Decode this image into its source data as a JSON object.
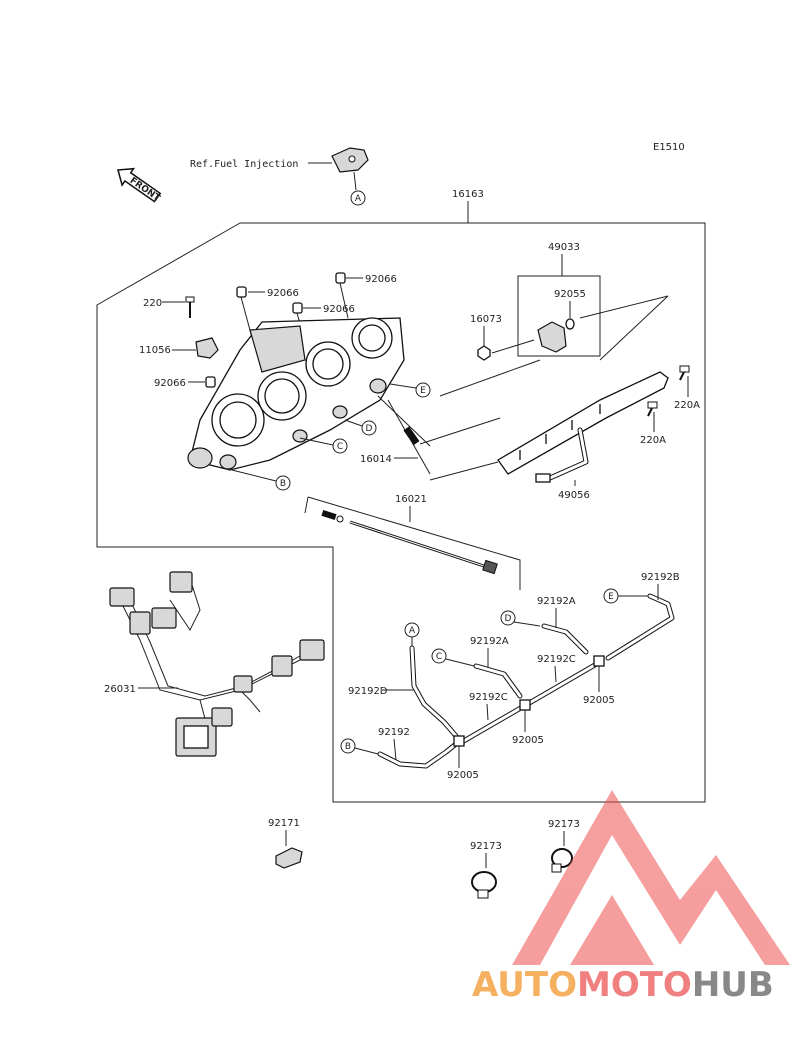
{
  "diagram_code": "E1510",
  "front_label": "FRONT",
  "ref_label": "Ref.Fuel Injection",
  "watermark": {
    "part1": "AUTO",
    "part2": "MOTO",
    "part3": "HUB",
    "color1": "#f5b060",
    "color2": "#f08080",
    "color3": "#888888"
  },
  "callouts": {
    "A": "A",
    "B": "B",
    "C": "C",
    "D": "D",
    "E": "E"
  },
  "parts": {
    "p16163": "16163",
    "p49033": "49033",
    "p92055": "92055",
    "p16073": "16073",
    "p220": "220",
    "p92066_a": "92066",
    "p92066_b": "92066",
    "p92066_c": "92066",
    "p92066_d": "92066",
    "p11056": "11056",
    "p220A_a": "220A",
    "p220A_b": "220A",
    "p16014": "16014",
    "p16021": "16021",
    "p49056": "49056",
    "p26031": "26031",
    "p92192B": "92192B",
    "p92192A_a": "92192A",
    "p92192A_b": "92192A",
    "p92192C_a": "92192C",
    "p92192C_b": "92192C",
    "p92192D": "92192D",
    "p92192": "92192",
    "p92005_a": "92005",
    "p92005_b": "92005",
    "p92005_c": "92005",
    "p92171": "92171",
    "p92173_a": "92173",
    "p92173_b": "92173"
  }
}
